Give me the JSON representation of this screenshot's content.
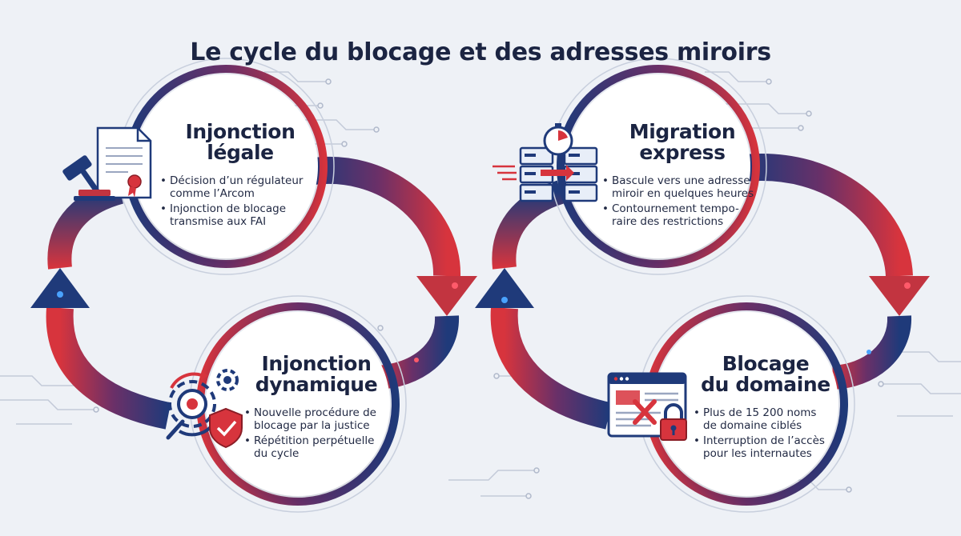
{
  "title": "Le cycle du blocage et des adresses miroirs",
  "colors": {
    "navy": "#1f3a7a",
    "red": "#d7343d",
    "ink": "#1b2442",
    "background": "#eef1f6"
  },
  "cycles": [
    {
      "steps": [
        {
          "title": "Injonction\nlégale",
          "icon": "gavel-document-icon",
          "bullets": [
            "Décision d’un régulateur\ncomme l’Arcom",
            "Injonction de blocage\ntransmise aux FAI"
          ]
        },
        {
          "title": "Injonction\ndynamique",
          "icon": "gears-shield-icon",
          "bullets": [
            "Nouvelle procédure de\nblocage par la justice",
            "Répétition perpétuelle\ndu cycle"
          ]
        }
      ]
    },
    {
      "steps": [
        {
          "title": "Migration\nexpress",
          "icon": "servers-stopwatch-icon",
          "bullets": [
            "Bascule vers une adresse\nmiroir en quelques heures",
            "Contournement tempo-\nraire des restrictions"
          ]
        },
        {
          "title": "Blocage\ndu domaine",
          "icon": "blocked-browser-icon",
          "bullets": [
            "Plus de 15 200 noms\nde domaine ciblés",
            "Interruption de l’accès\npour les internautes"
          ]
        }
      ]
    }
  ]
}
